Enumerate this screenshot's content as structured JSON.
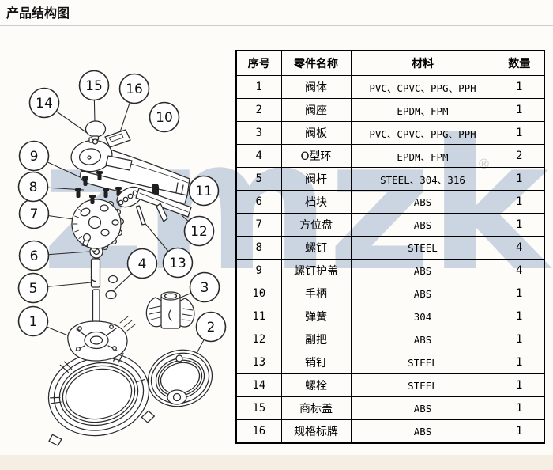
{
  "page": {
    "title": "产品结构图",
    "watermark": "zmzk",
    "registered_mark": "®"
  },
  "colors": {
    "page_bg": "#fdfcf8",
    "bottom_strip": "#f5efe3",
    "watermark": "#c3cfde",
    "table_border": "#000000",
    "title_rule": "#cccccc",
    "line_art": "#2a2a2a"
  },
  "table": {
    "headers": [
      "序号",
      "零件名称",
      "材料",
      "数量"
    ],
    "rows": [
      [
        "1",
        "阀体",
        "PVC、CPVC、PPG、PPH",
        "1"
      ],
      [
        "2",
        "阀座",
        "EPDM、FPM",
        "1"
      ],
      [
        "3",
        "阀板",
        "PVC、CPVC、PPG、PPH",
        "1"
      ],
      [
        "4",
        "O型环",
        "EPDM、FPM",
        "2"
      ],
      [
        "5",
        "阀杆",
        "STEEL、304、316",
        "1"
      ],
      [
        "6",
        "档块",
        "ABS",
        "1"
      ],
      [
        "7",
        "方位盘",
        "ABS",
        "1"
      ],
      [
        "8",
        "螺钉",
        "STEEL",
        "4"
      ],
      [
        "9",
        "螺钉护盖",
        "ABS",
        "4"
      ],
      [
        "10",
        "手柄",
        "ABS",
        "1"
      ],
      [
        "11",
        "弹簧",
        "304",
        "1"
      ],
      [
        "12",
        "副把",
        "ABS",
        "1"
      ],
      [
        "13",
        "销钉",
        "STEEL",
        "1"
      ],
      [
        "14",
        "螺栓",
        "STEEL",
        "1"
      ],
      [
        "15",
        "商标盖",
        "ABS",
        "1"
      ],
      [
        "16",
        "规格标牌",
        "ABS",
        "1"
      ]
    ]
  },
  "diagram": {
    "callouts": [
      {
        "number": "1"
      },
      {
        "number": "2"
      },
      {
        "number": "3"
      },
      {
        "number": "4"
      },
      {
        "number": "5"
      },
      {
        "number": "6"
      },
      {
        "number": "7"
      },
      {
        "number": "8"
      },
      {
        "number": "9"
      },
      {
        "number": "10"
      },
      {
        "number": "11"
      },
      {
        "number": "12"
      },
      {
        "number": "13"
      },
      {
        "number": "14"
      },
      {
        "number": "15"
      },
      {
        "number": "16"
      }
    ]
  }
}
